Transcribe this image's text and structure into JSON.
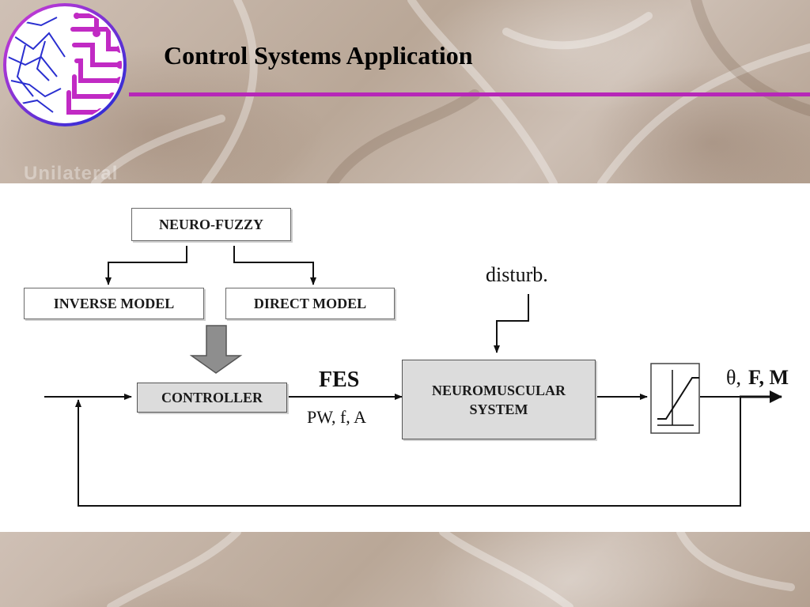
{
  "slide": {
    "title": "Control Systems Application"
  },
  "diagram": {
    "nodes": {
      "neuro_fuzzy": "NEURO-FUZZY",
      "inverse_model": "INVERSE MODEL",
      "direct_model": "DIRECT MODEL",
      "controller": "CONTROLLER",
      "neuromuscular_line1": "NEUROMUSCULAR",
      "neuromuscular_line2": "SYSTEM"
    },
    "labels": {
      "disturbance": "disturb.",
      "fes": "FES",
      "fes_params": "PW, f, A",
      "output_theta": "θ,",
      "output_fm": "F, M"
    }
  },
  "colors": {
    "title_rule": "#b627b8",
    "logo_magenta": "#c12ac4",
    "logo_blue": "#1d2bd6"
  }
}
